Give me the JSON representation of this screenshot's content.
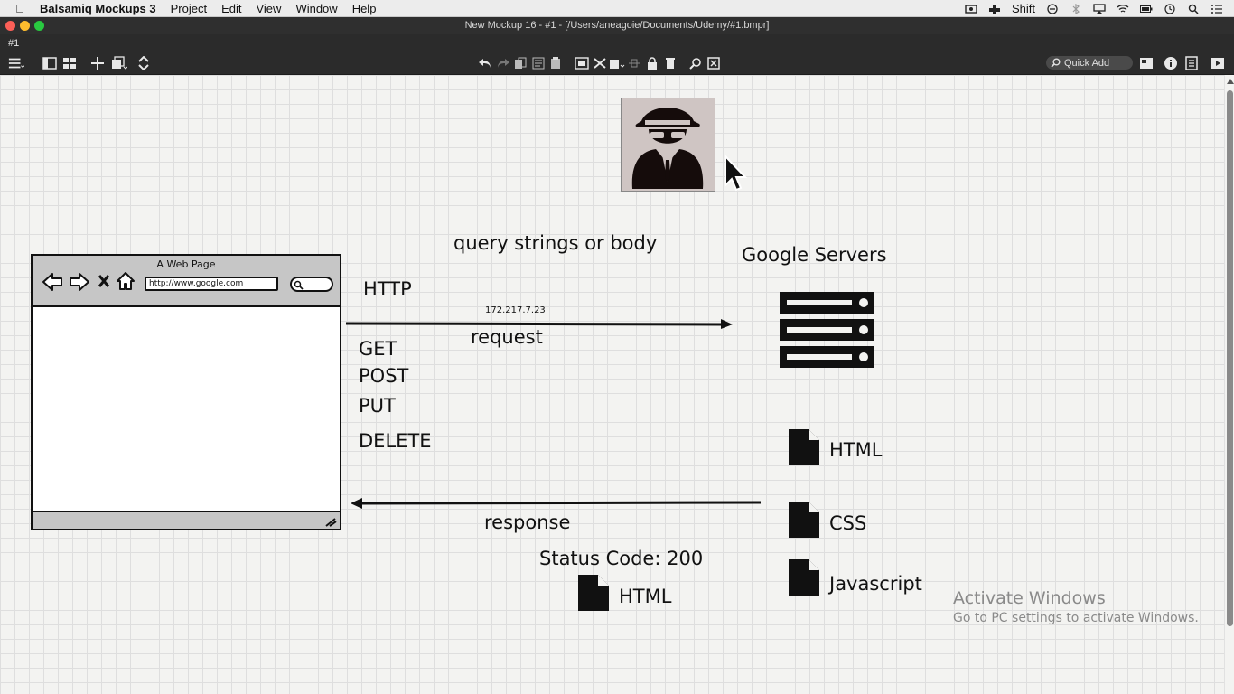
{
  "menubar": {
    "app_name": "Balsamiq Mockups 3",
    "items": [
      "Project",
      "Edit",
      "View",
      "Window",
      "Help"
    ],
    "shift_label": "Shift"
  },
  "titlebar": {
    "title": "New Mockup 16 - #1 - [/Users/aneagoie/Documents/Udemy/#1.bmpr]"
  },
  "tabs": [
    "#1"
  ],
  "toolbar": {
    "quick_add_placeholder": "Quick Add"
  },
  "canvas": {
    "query_label": "query strings or body",
    "servers_label": "Google Servers",
    "http_label": "HTTP",
    "ip_label": "172.217.7.23",
    "request_label": "request",
    "methods": [
      "GET",
      "POST",
      "PUT",
      "DELETE"
    ],
    "response_label": "response",
    "status_label": "Status Code: 200",
    "response_file_label": "HTML",
    "server_files": [
      "HTML",
      "CSS",
      "Javascript"
    ],
    "browser": {
      "title": "A Web Page",
      "url": "http://www.google.com"
    }
  },
  "watermark": {
    "line1": "Activate Windows",
    "line2": "Go to PC settings to activate Windows."
  }
}
